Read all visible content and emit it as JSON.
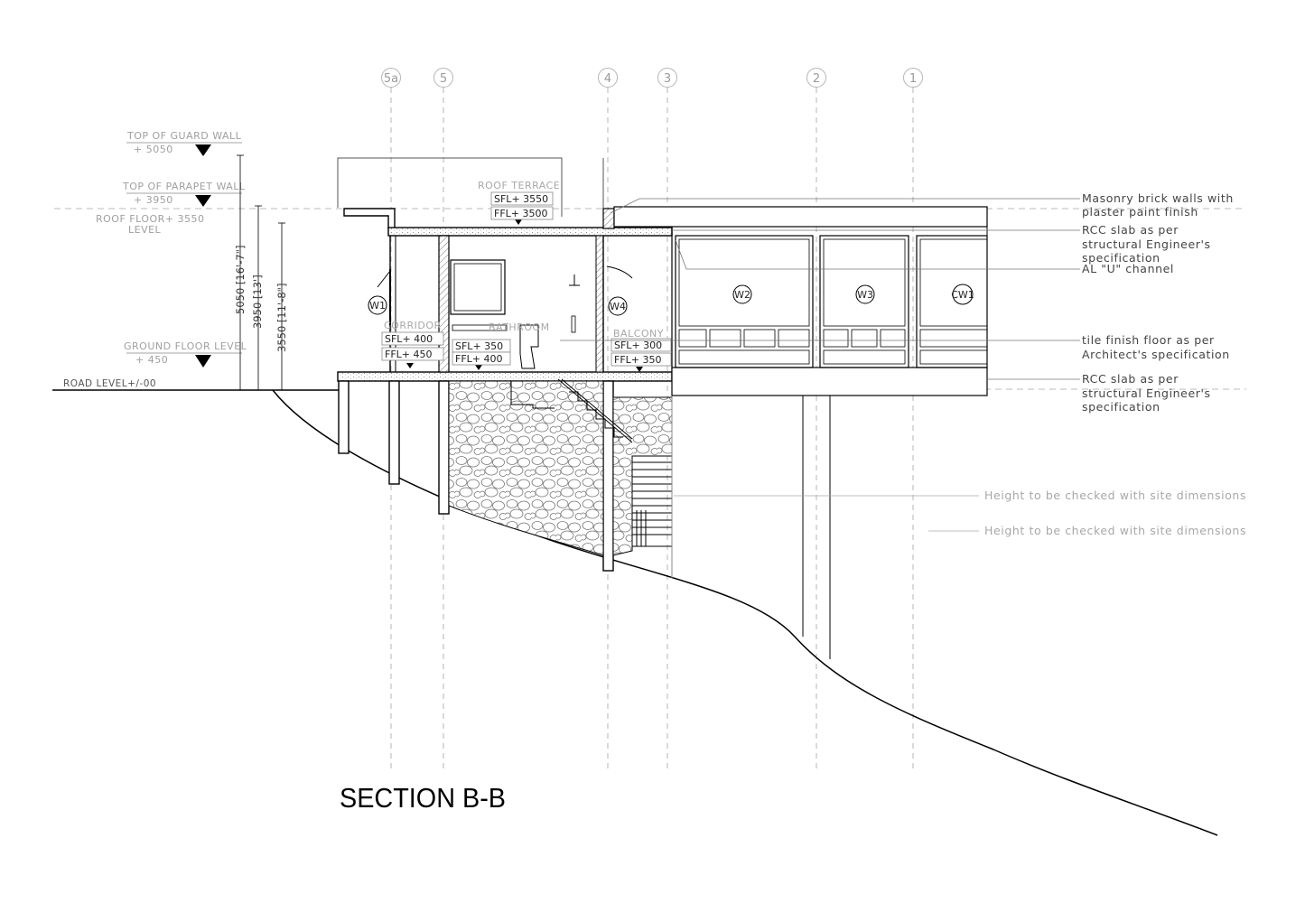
{
  "title": "SECTION B-B",
  "grid_labels": [
    "5a",
    "5",
    "4",
    "3",
    "2",
    "1"
  ],
  "levels": [
    {
      "name": "TOP OF GUARD  WALL",
      "value": "+ 5050"
    },
    {
      "name": "TOP OF PARAPET WALL",
      "value": "+ 3950"
    },
    {
      "name": "ROOF FLOOR+ 3550",
      "name2": "LEVEL"
    },
    {
      "name": "GROUND  FLOOR LEVEL",
      "value": "+ 450"
    },
    {
      "name": "ROAD LEVEL+/-00"
    }
  ],
  "dimensions": [
    "5050 [16'-7\"]",
    "3950 [13']",
    "3550 [11'-8\"]"
  ],
  "rooms": {
    "roof_terrace": {
      "name": "ROOF TERRACE",
      "sfl": "SFL+ 3550",
      "ffl": "FFL+ 3500"
    },
    "corridor": {
      "name": "CORRIDOR",
      "sfl": "SFL+ 400",
      "ffl": "FFL+ 450"
    },
    "bathroom": {
      "name": "BATHROOM",
      "sfl": "SFL+ 350",
      "ffl": "FFL+ 400"
    },
    "balcony": {
      "name": "BALCONY",
      "sfl": "SFL+ 300",
      "ffl": "FFL+ 350"
    }
  },
  "tags": [
    "W1",
    "W4",
    "W2",
    "W3",
    "CW1"
  ],
  "notes": [
    {
      "line1": "Masonry brick walls with",
      "line2": "plaster paint finish"
    },
    {
      "line1": "RCC slab as per",
      "line2": "structural Engineer's",
      "line3": "specification"
    },
    {
      "line1": "AL \"U\" channel"
    },
    {
      "line1": "tile finish floor as per",
      "line2": "Architect's specification"
    },
    {
      "line1": "RCC slab as per",
      "line2": "structural Engineer's",
      "line3": "specification"
    },
    {
      "line1": "Height to be checked with site dimensions"
    },
    {
      "line1": "Height to be checked with site dimensions"
    }
  ],
  "colors": {
    "line": "#000000",
    "grid": "#b5b5b5",
    "leader": "#888888"
  }
}
